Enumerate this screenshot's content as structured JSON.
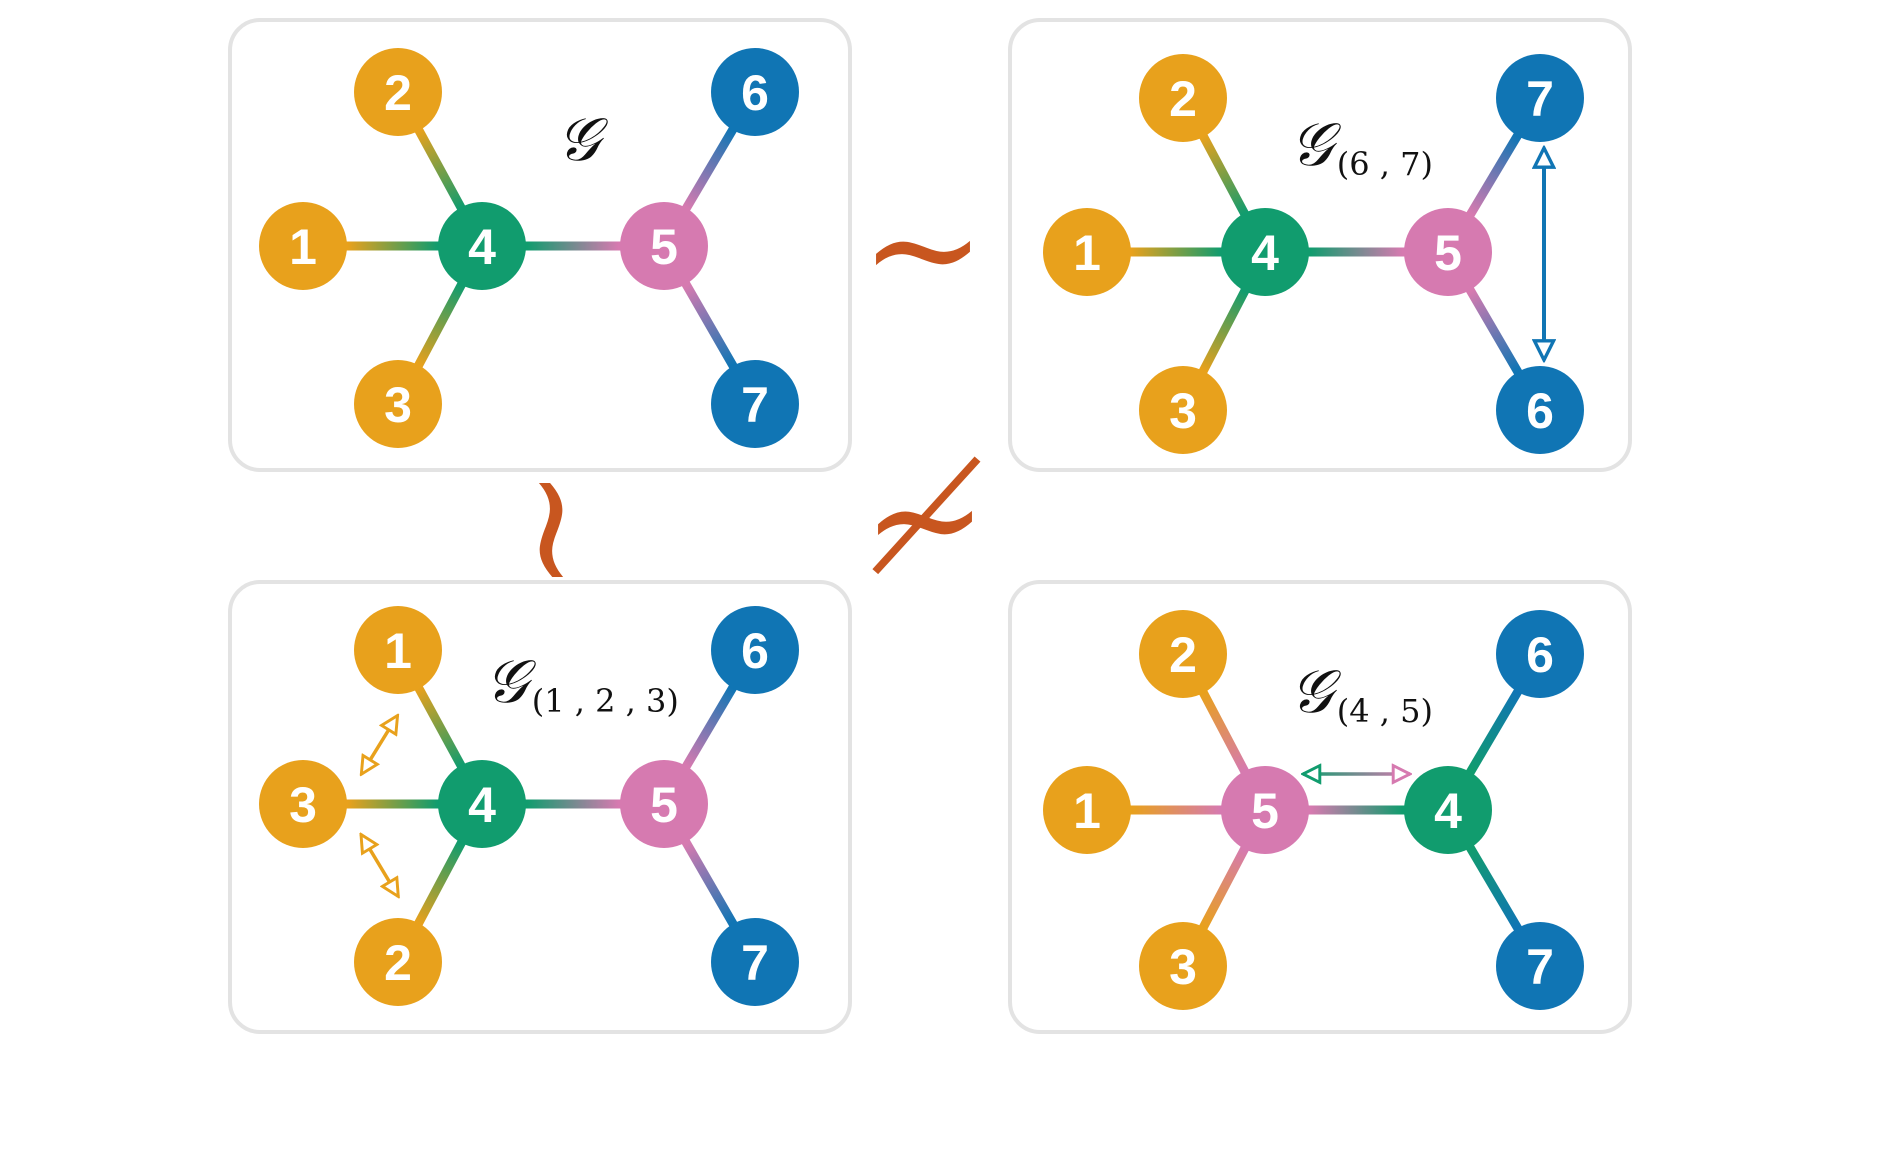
{
  "colors": {
    "group_a": "#e8a11c",
    "group_b": "#119c6e",
    "group_c": "#d67ab0",
    "group_d": "#1075b4",
    "panel_border": "#e3e3e3",
    "relation": "#c8561f"
  },
  "relations": {
    "equivalent": "~",
    "equivalent_vertical": "~",
    "not_equivalent": "≁"
  },
  "panels": [
    {
      "id": "original",
      "label": "𝒢",
      "subscript": "",
      "nodes": [
        {
          "id": "1",
          "label": "1",
          "group": "group_a"
        },
        {
          "id": "2",
          "label": "2",
          "group": "group_a"
        },
        {
          "id": "3",
          "label": "3",
          "group": "group_a"
        },
        {
          "id": "4",
          "label": "4",
          "group": "group_b"
        },
        {
          "id": "5",
          "label": "5",
          "group": "group_c"
        },
        {
          "id": "6",
          "label": "6",
          "group": "group_d"
        },
        {
          "id": "7",
          "label": "7",
          "group": "group_d"
        }
      ],
      "edges": [
        [
          "1",
          "4"
        ],
        [
          "2",
          "4"
        ],
        [
          "3",
          "4"
        ],
        [
          "4",
          "5"
        ],
        [
          "5",
          "6"
        ],
        [
          "5",
          "7"
        ]
      ],
      "swap_arrows": []
    },
    {
      "id": "swap-6-7",
      "label": "𝒢",
      "subscript": "(6 , 7)",
      "nodes": [
        {
          "id": "1",
          "label": "1",
          "group": "group_a"
        },
        {
          "id": "2",
          "label": "2",
          "group": "group_a"
        },
        {
          "id": "3",
          "label": "3",
          "group": "group_a"
        },
        {
          "id": "4",
          "label": "4",
          "group": "group_b"
        },
        {
          "id": "5",
          "label": "5",
          "group": "group_c"
        },
        {
          "id": "6",
          "label": "6",
          "group": "group_d"
        },
        {
          "id": "7",
          "label": "7",
          "group": "group_d"
        }
      ],
      "edges": [
        [
          "1",
          "4"
        ],
        [
          "2",
          "4"
        ],
        [
          "3",
          "4"
        ],
        [
          "4",
          "5"
        ],
        [
          "5",
          "6"
        ],
        [
          "5",
          "7"
        ]
      ],
      "swap_arrows": [
        {
          "between": [
            "7",
            "6"
          ],
          "style": "solid-blue"
        }
      ]
    },
    {
      "id": "swap-1-2-3",
      "label": "𝒢",
      "subscript": "(1 , 2 , 3)",
      "nodes": [
        {
          "id": "1",
          "label": "1",
          "group": "group_a"
        },
        {
          "id": "2",
          "label": "2",
          "group": "group_a"
        },
        {
          "id": "3",
          "label": "3",
          "group": "group_a"
        },
        {
          "id": "4",
          "label": "4",
          "group": "group_b"
        },
        {
          "id": "5",
          "label": "5",
          "group": "group_c"
        },
        {
          "id": "6",
          "label": "6",
          "group": "group_d"
        },
        {
          "id": "7",
          "label": "7",
          "group": "group_d"
        }
      ],
      "edges": [
        [
          "1",
          "4"
        ],
        [
          "2",
          "4"
        ],
        [
          "3",
          "4"
        ],
        [
          "4",
          "5"
        ],
        [
          "5",
          "6"
        ],
        [
          "5",
          "7"
        ]
      ],
      "swap_arrows": [
        {
          "between": [
            "3",
            "1"
          ],
          "style": "small-gold"
        },
        {
          "between": [
            "3",
            "2"
          ],
          "style": "small-gold"
        }
      ]
    },
    {
      "id": "swap-4-5",
      "label": "𝒢",
      "subscript": "(4 , 5)",
      "nodes": [
        {
          "id": "1",
          "label": "1",
          "group": "group_a"
        },
        {
          "id": "2",
          "label": "2",
          "group": "group_a"
        },
        {
          "id": "3",
          "label": "3",
          "group": "group_a"
        },
        {
          "id": "4",
          "label": "4",
          "group": "group_b"
        },
        {
          "id": "5",
          "label": "5",
          "group": "group_c"
        },
        {
          "id": "6",
          "label": "6",
          "group": "group_d"
        },
        {
          "id": "7",
          "label": "7",
          "group": "group_d"
        }
      ],
      "edges": [
        [
          "1",
          "5"
        ],
        [
          "2",
          "5"
        ],
        [
          "3",
          "5"
        ],
        [
          "5",
          "4"
        ],
        [
          "4",
          "6"
        ],
        [
          "4",
          "7"
        ]
      ],
      "swap_arrows": [
        {
          "between": [
            "5",
            "4"
          ],
          "style": "small-gradient"
        }
      ]
    }
  ]
}
